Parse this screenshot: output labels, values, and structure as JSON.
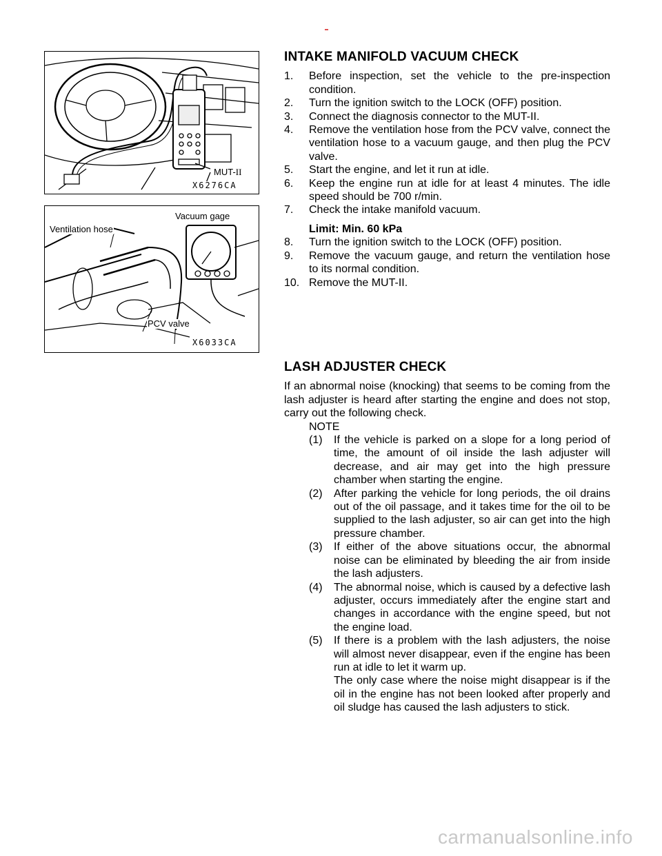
{
  "page": {
    "watermark": "carmanualsonline.info"
  },
  "figure1": {
    "label_tool": "MUT-",
    "label_tool_suffix": "II",
    "code": "X6276CA"
  },
  "figure2": {
    "label_vacuum": "Vacuum gage",
    "label_hose": "Ventilation hose",
    "label_pcv": "PCV valve",
    "code": "X6033CA"
  },
  "intake": {
    "heading": "INTAKE MANIFOLD VACUUM CHECK",
    "steps": [
      {
        "n": "1.",
        "text": "Before inspection, set the vehicle to the pre-inspection condition."
      },
      {
        "n": "2.",
        "text": "Turn the ignition switch to the LOCK (OFF) position."
      },
      {
        "n": "3.",
        "text": "Connect the diagnosis connector to the MUT-II."
      },
      {
        "n": "4.",
        "text": "Remove the ventilation hose from the PCV valve, connect the ventilation hose to a vacuum gauge, and then plug the PCV valve."
      },
      {
        "n": "5.",
        "text": "Start the engine, and let it run at idle."
      },
      {
        "n": "6.",
        "text": "Keep the engine run at idle for at least 4 minutes. The idle speed should be 700 r/min."
      },
      {
        "n": "7.",
        "text": "Check the intake manifold vacuum."
      }
    ],
    "limit": "Limit: Min. 60 kPa",
    "steps2": [
      {
        "n": "8.",
        "text": "Turn the ignition switch to the LOCK (OFF) position."
      },
      {
        "n": "9.",
        "text": "Remove the vacuum gauge, and return the ventilation hose to its normal condition."
      },
      {
        "n": "10.",
        "text": "Remove the MUT-II."
      }
    ]
  },
  "lash": {
    "heading": "LASH ADJUSTER CHECK",
    "intro": "If an abnormal noise (knocking) that seems to be coming from the lash adjuster is heard after starting the engine and does not stop, carry out the following check.",
    "note_label": "NOTE",
    "notes": [
      {
        "n": "(1)",
        "text": "If the vehicle is parked on a slope for a long period of time, the amount of oil inside the lash adjuster will decrease, and air may get into the high pressure chamber when starting the engine."
      },
      {
        "n": "(2)",
        "text": "After parking the vehicle for long periods, the oil drains out of the oil passage, and it takes time for the oil to be supplied to the lash adjuster, so air can get into the high pressure chamber."
      },
      {
        "n": "(3)",
        "text": "If either of the above situations occur, the abnormal noise can be eliminated by bleeding the air from inside the lash adjusters."
      },
      {
        "n": "(4)",
        "text": "The abnormal noise, which is caused by a defective lash adjuster, occurs immediately after the engine start and changes in accordance with the engine speed, but not the engine load."
      },
      {
        "n": "(5)",
        "text": "If there is a problem with the lash adjusters, the noise will almost never disappear, even if the engine has been run at idle to let it warm up."
      }
    ],
    "note5_extra": "The only case where the noise might disappear is if the oil in the engine has not been looked after properly and oil sludge has caused the lash adjusters to stick."
  }
}
